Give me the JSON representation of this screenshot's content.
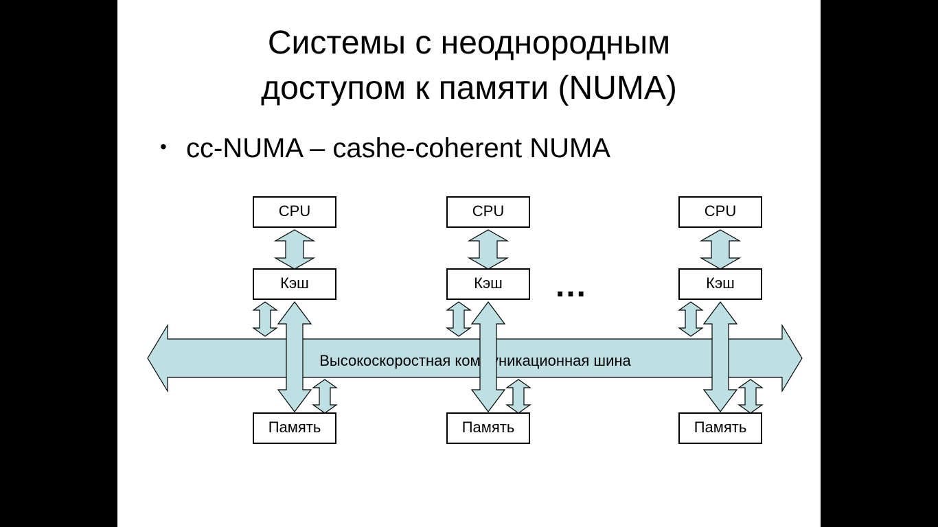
{
  "slide": {
    "title_line1": "Системы с неоднородным",
    "title_line2": "доступом к памяти (NUMA)",
    "bullet_marker": "•",
    "bullet_text": "cc-NUMA – cashe-coherent NUMA"
  },
  "diagram": {
    "bus_label": "Высокоскоростная коммуникационная шина",
    "ellipsis": "…",
    "nodes": [
      {
        "cpu": "CPU",
        "cache": "Кэш",
        "memory": "Память"
      },
      {
        "cpu": "CPU",
        "cache": "Кэш",
        "memory": "Память"
      },
      {
        "cpu": "CPU",
        "cache": "Кэш",
        "memory": "Память"
      }
    ]
  },
  "colors": {
    "arrow_fill": "#bfe0e3",
    "outline": "#000000",
    "background": "#ffffff",
    "letterbox": "#000000"
  }
}
